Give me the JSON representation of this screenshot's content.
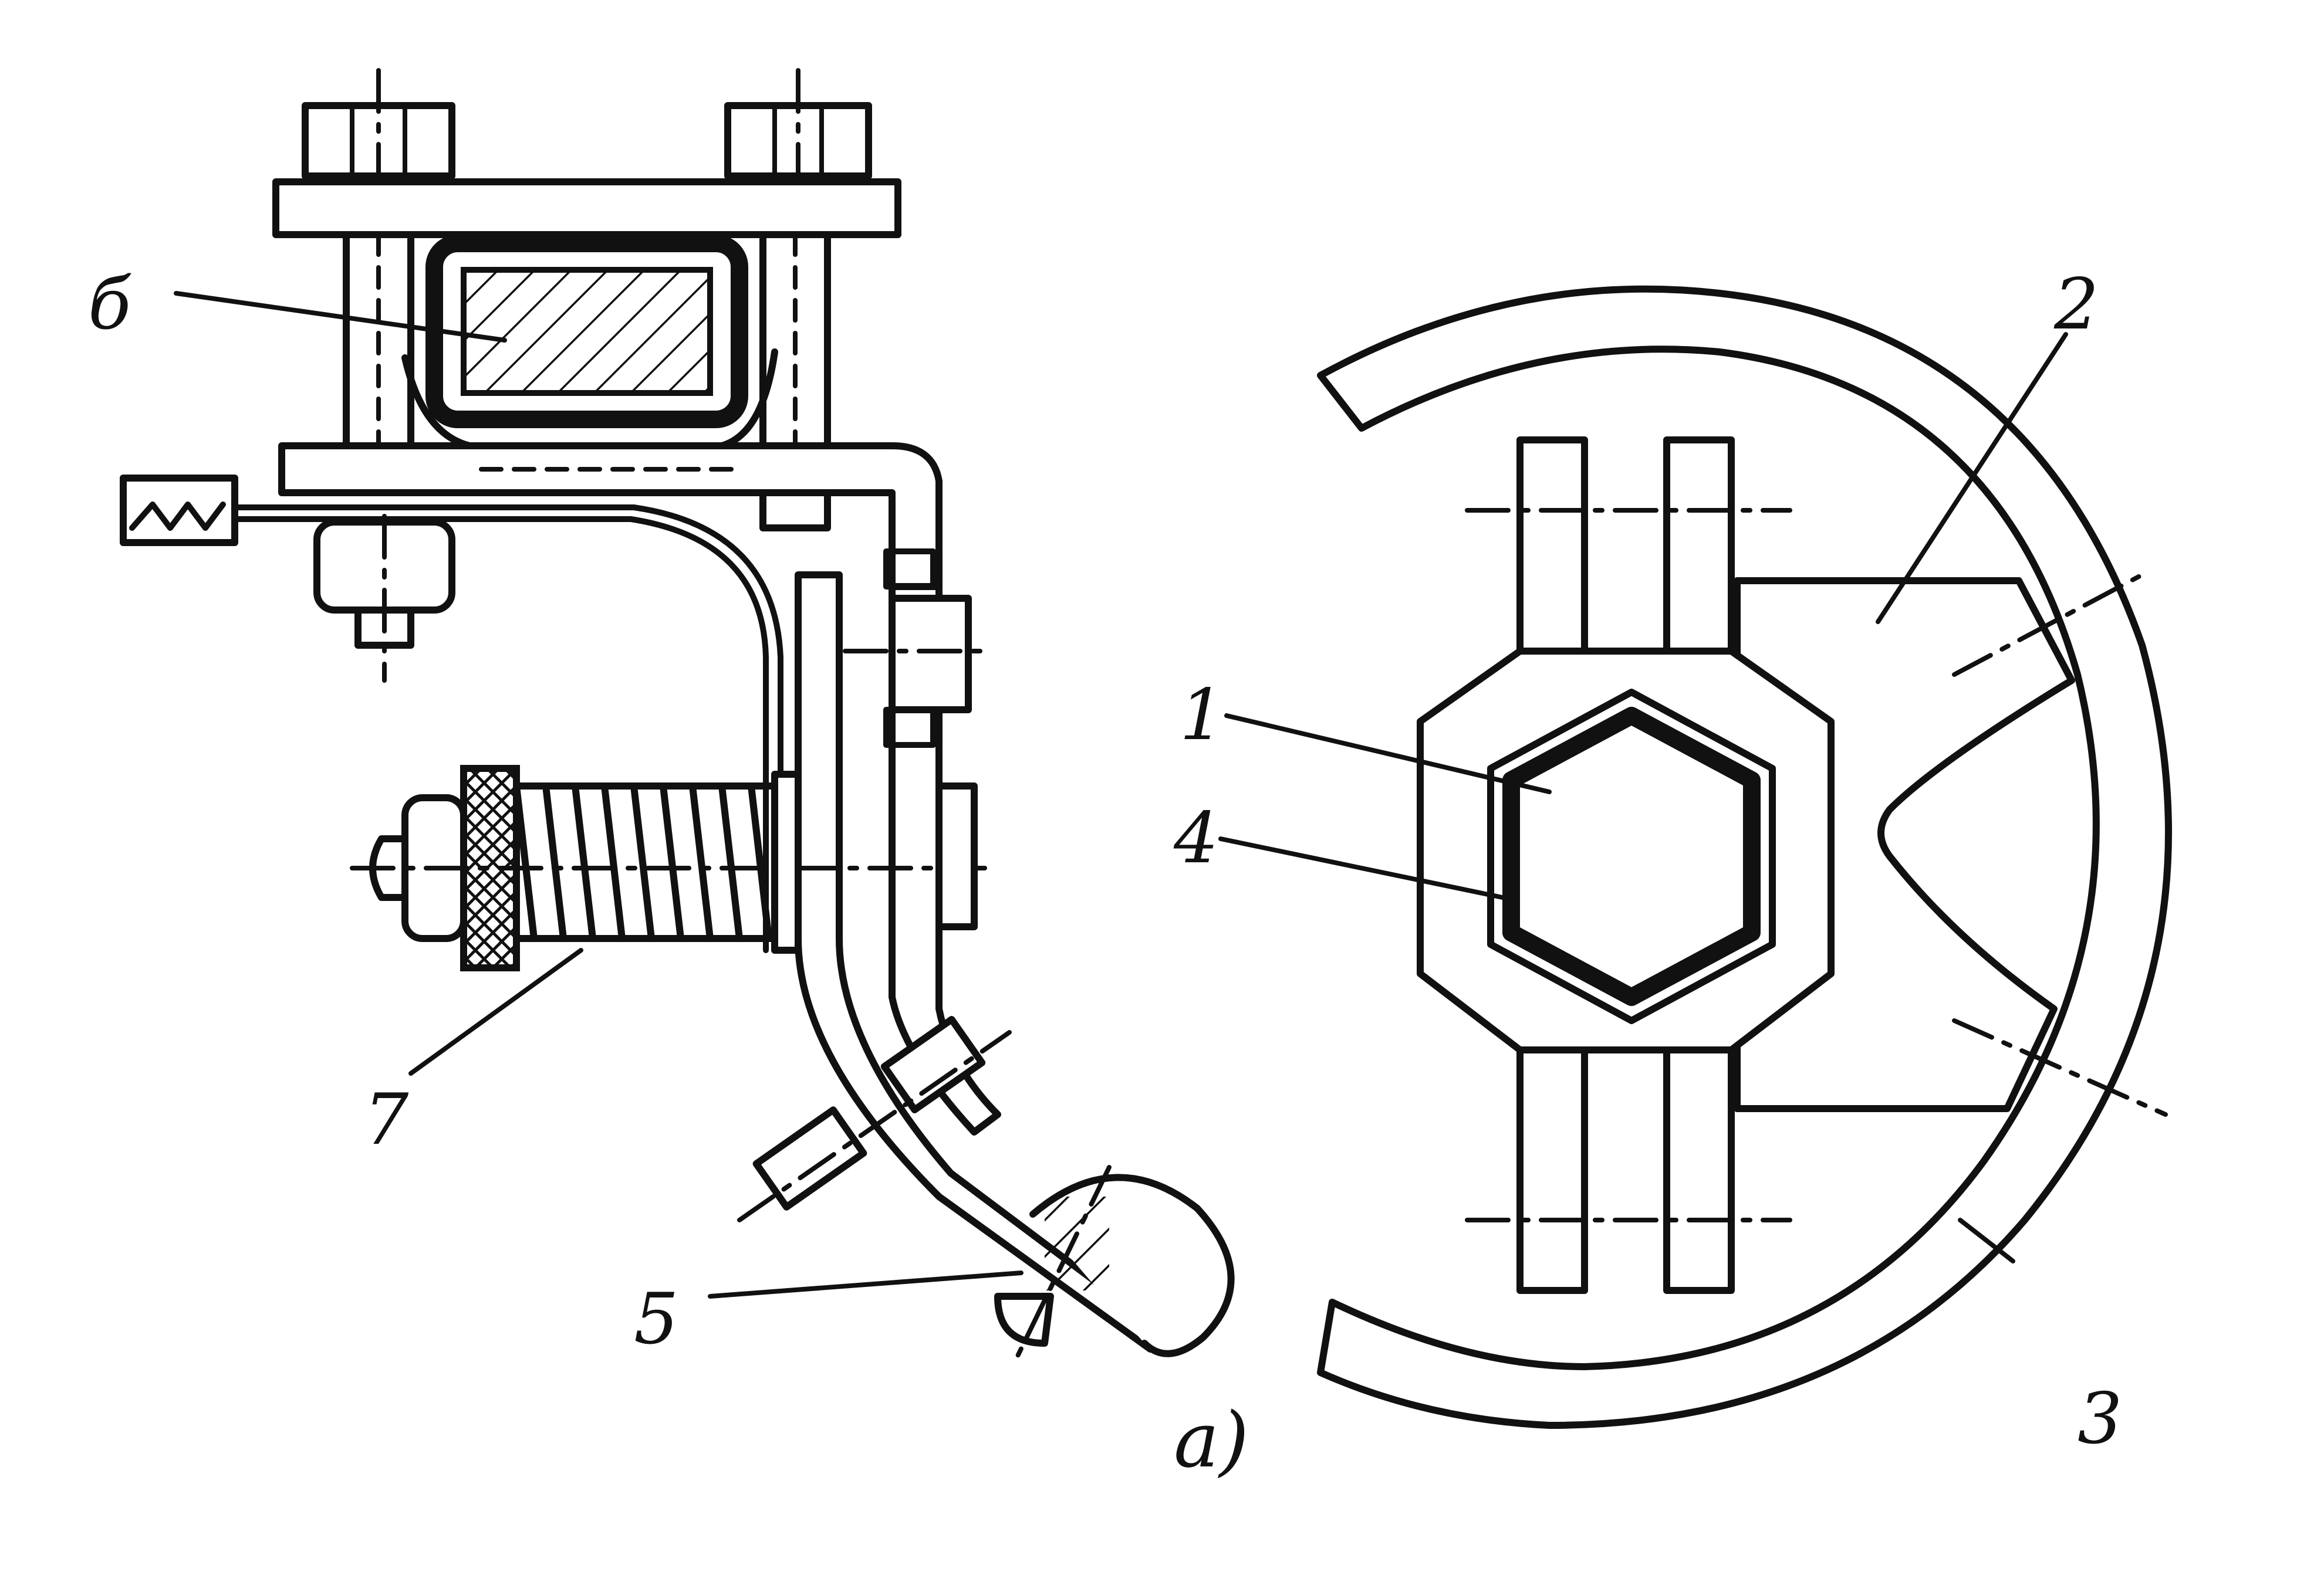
{
  "figure": {
    "labels": {
      "l1": "1",
      "l2": "2",
      "l3": "3",
      "l4": "4",
      "l5": "5",
      "l6": "б",
      "l7": "7",
      "caption_a": "а)"
    },
    "colors": {
      "ink": "#111111",
      "background": "#ffffff"
    }
  }
}
